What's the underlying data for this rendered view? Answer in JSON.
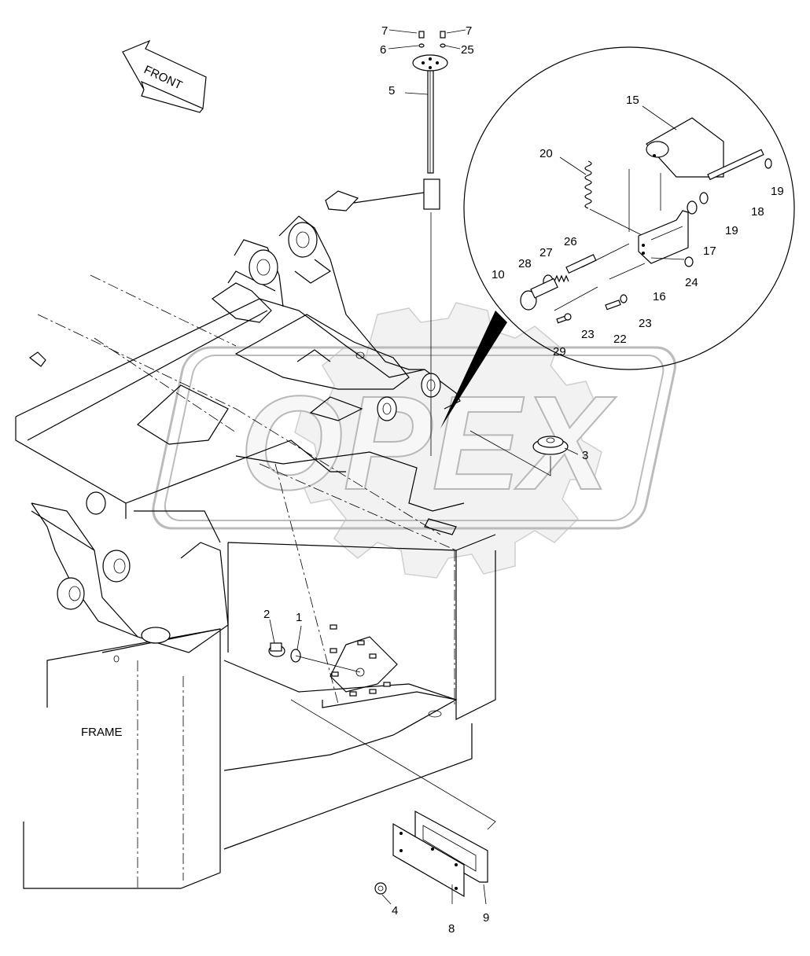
{
  "labels": {
    "front": "FRONT",
    "frame": "FRAME",
    "watermark": "OPEX"
  },
  "callouts": [
    "1",
    "2",
    "3",
    "4",
    "5",
    "6",
    "7",
    "7",
    "8",
    "9",
    "10",
    "15",
    "16",
    "17",
    "18",
    "19",
    "19",
    "20",
    "22",
    "23",
    "23",
    "24",
    "25",
    "26",
    "27",
    "28",
    "29"
  ]
}
